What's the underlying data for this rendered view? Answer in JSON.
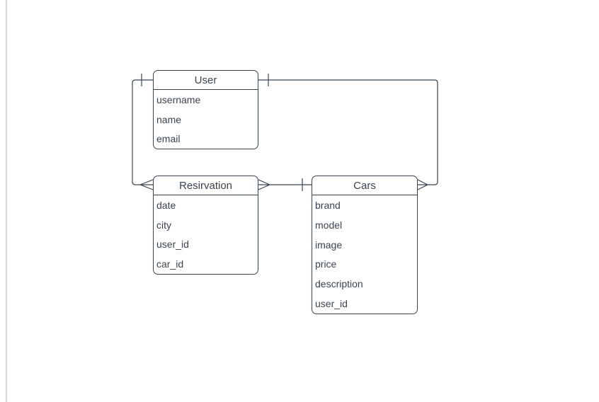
{
  "canvas": {
    "background_color": "#ffffff",
    "left_edge_line_color": "#d6d6d6"
  },
  "diagram": {
    "type": "entity-relationship",
    "stroke_color": "#3b4353",
    "text_color": "#3b4353",
    "entities": [
      {
        "id": "user",
        "title": "User",
        "fields": [
          "username",
          "name",
          "email"
        ]
      },
      {
        "id": "resirvation",
        "title": "Resirvation",
        "fields": [
          "date",
          "city",
          "user_id",
          "car_id"
        ]
      },
      {
        "id": "cars",
        "title": "Cars",
        "fields": [
          "brand",
          "model",
          "image",
          "price",
          "description",
          "user_id"
        ]
      }
    ],
    "relationships": [
      {
        "from": "User",
        "to": "Resirvation",
        "from_cardinality": "one",
        "to_cardinality": "many",
        "notation": "crow-foot"
      },
      {
        "from": "User",
        "to": "Cars",
        "from_cardinality": "one",
        "to_cardinality": "many",
        "notation": "crow-foot"
      },
      {
        "from": "Cars",
        "to": "Resirvation",
        "from_cardinality": "one",
        "to_cardinality": "many",
        "notation": "crow-foot"
      }
    ]
  }
}
